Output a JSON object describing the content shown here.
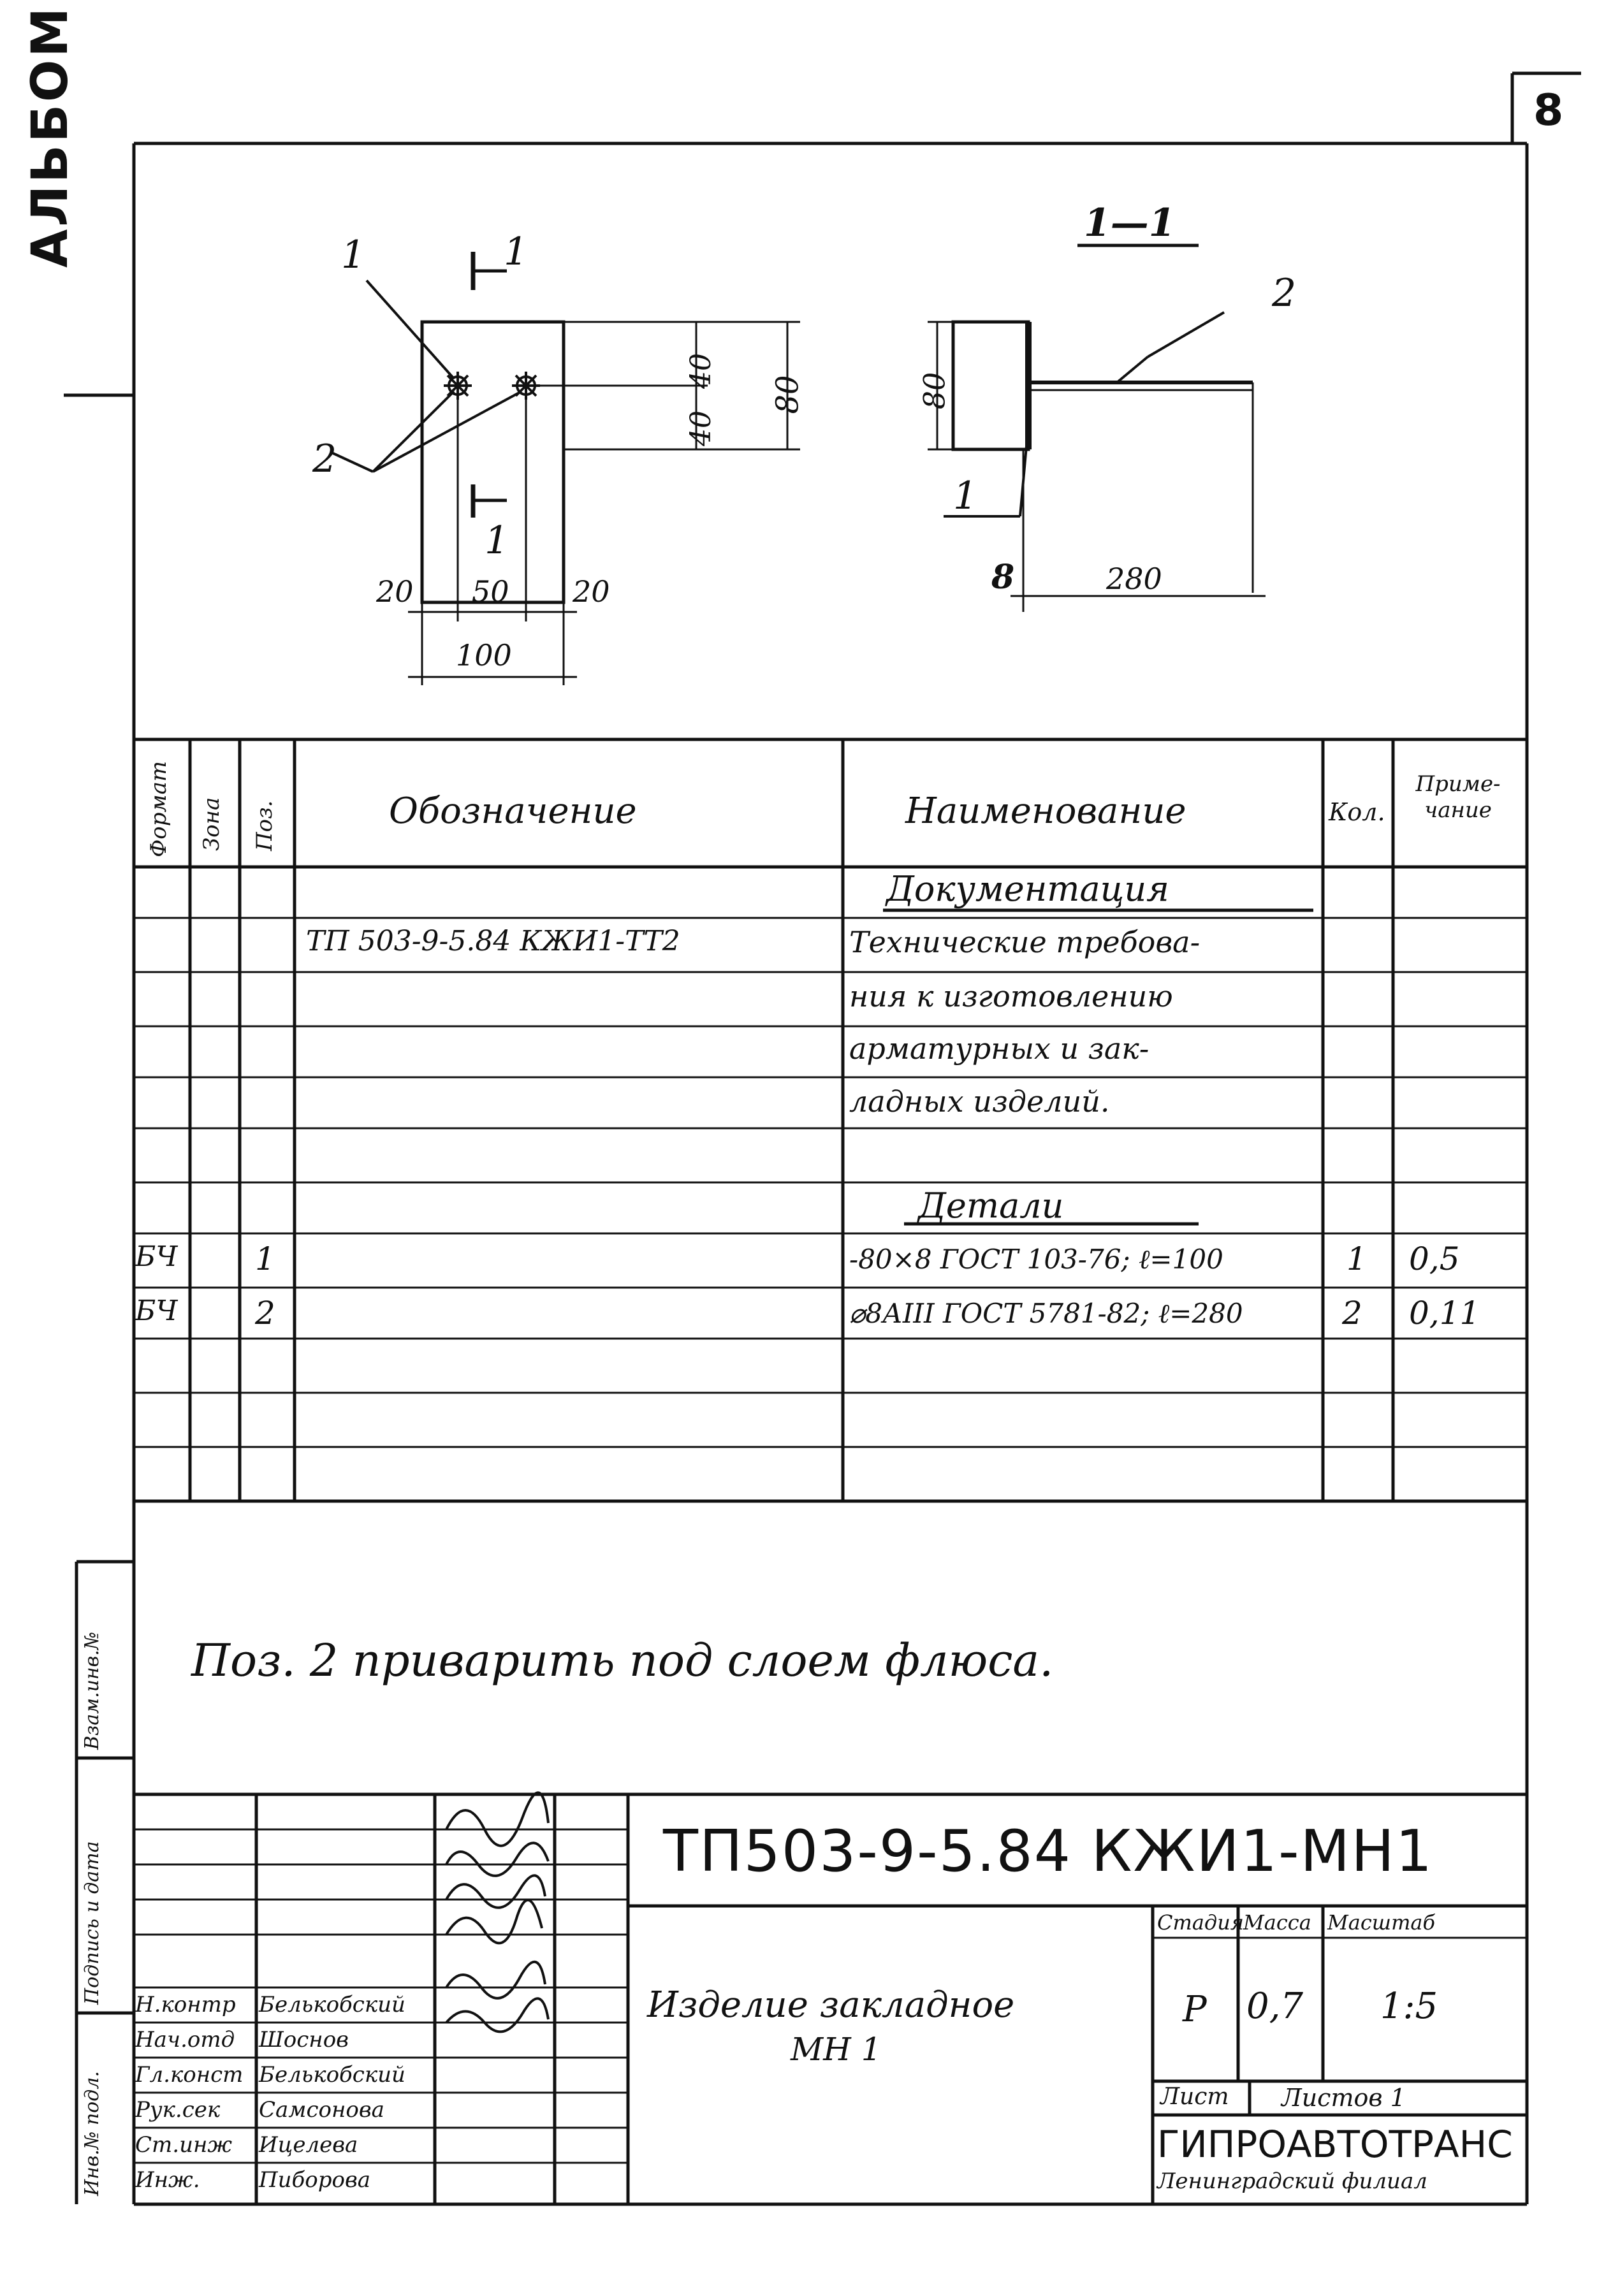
{
  "album_label": "АЛЬБОМ II",
  "sheet_number": "8",
  "drawing": {
    "plan": {
      "callout_pos1": "1",
      "callout_pos2": "2",
      "section_mark_top": "1",
      "section_mark_bottom": "1",
      "dim_40_a": "40",
      "dim_40_b": "40",
      "dim_80": "80",
      "dim_20_left": "20",
      "dim_50": "50",
      "dim_20_right": "20",
      "dim_100": "100"
    },
    "section": {
      "title": "1—1",
      "callout_pos2": "2",
      "callout_pos1": "1",
      "dim_80": "80",
      "dim_8": "8",
      "dim_280": "280"
    }
  },
  "spec_table": {
    "headers": {
      "format": "Формат",
      "zone": "Зона",
      "pos": "Поз.",
      "designation": "Обозначение",
      "name": "Наименование",
      "qty": "Кол.",
      "note": "Приме-чание"
    },
    "rows": [
      {
        "format": "",
        "zone": "",
        "pos": "",
        "designation": "",
        "name": "Документация",
        "qty": "",
        "note": "",
        "heading": true
      },
      {
        "format": "",
        "zone": "",
        "pos": "",
        "designation": "ТП 503-9-5.84 КЖИ1-ТТ2",
        "name": "Технические требова-",
        "qty": "",
        "note": ""
      },
      {
        "format": "",
        "zone": "",
        "pos": "",
        "designation": "",
        "name": "ния к изготовлению",
        "qty": "",
        "note": ""
      },
      {
        "format": "",
        "zone": "",
        "pos": "",
        "designation": "",
        "name": "арматурных и зак-",
        "qty": "",
        "note": ""
      },
      {
        "format": "",
        "zone": "",
        "pos": "",
        "designation": "",
        "name": "ладных изделий.",
        "qty": "",
        "note": ""
      },
      {
        "format": "",
        "zone": "",
        "pos": "",
        "designation": "",
        "name": "Детали",
        "qty": "",
        "note": "",
        "heading": true
      },
      {
        "format": "БЧ",
        "zone": "",
        "pos": "1",
        "designation": "",
        "name": "-80×8 ГОСТ 103-76; ℓ=100",
        "qty": "1",
        "note": "0,5"
      },
      {
        "format": "БЧ",
        "zone": "",
        "pos": "2",
        "designation": "",
        "name": "⌀8АIII ГОСТ 5781-82; ℓ=280",
        "qty": "2",
        "note": "0,11"
      },
      {
        "format": "",
        "zone": "",
        "pos": "",
        "designation": "",
        "name": "",
        "qty": "",
        "note": ""
      },
      {
        "format": "",
        "zone": "",
        "pos": "",
        "designation": "",
        "name": "",
        "qty": "",
        "note": ""
      },
      {
        "format": "",
        "zone": "",
        "pos": "",
        "designation": "",
        "name": "",
        "qty": "",
        "note": ""
      }
    ]
  },
  "note_text": "Поз. 2 приварить под слоем флюса.",
  "left_margin_labels": [
    "Взам.инв.№",
    "Подпись и дата",
    "Инв.№ подл."
  ],
  "title_block": {
    "code": "ТП503-9-5.84 КЖИ1-МН1",
    "item_name_line1": "Изделие закладное",
    "item_name_line2": "МН 1",
    "headers": {
      "stage": "Стадия",
      "mass": "Масса",
      "scale": "Масштаб"
    },
    "stage": "Р",
    "mass": "0,7",
    "scale": "1:5",
    "sheet_label": "Лист",
    "sheets_label": "Листов 1",
    "org": "ГИПРОАВТОТРАНС",
    "org_branch": "Ленинградский филиал",
    "signatures": [
      {
        "role": "Н.контр",
        "name": "Белькобский"
      },
      {
        "role": "Нач.отд",
        "name": "Шоснов"
      },
      {
        "role": "Гл.конст",
        "name": "Белькобский"
      },
      {
        "role": "Рук.сек",
        "name": "Самсонова"
      },
      {
        "role": "Ст.инж",
        "name": "Ицелева"
      },
      {
        "role": "Инж.",
        "name": "Пиборова"
      }
    ]
  }
}
